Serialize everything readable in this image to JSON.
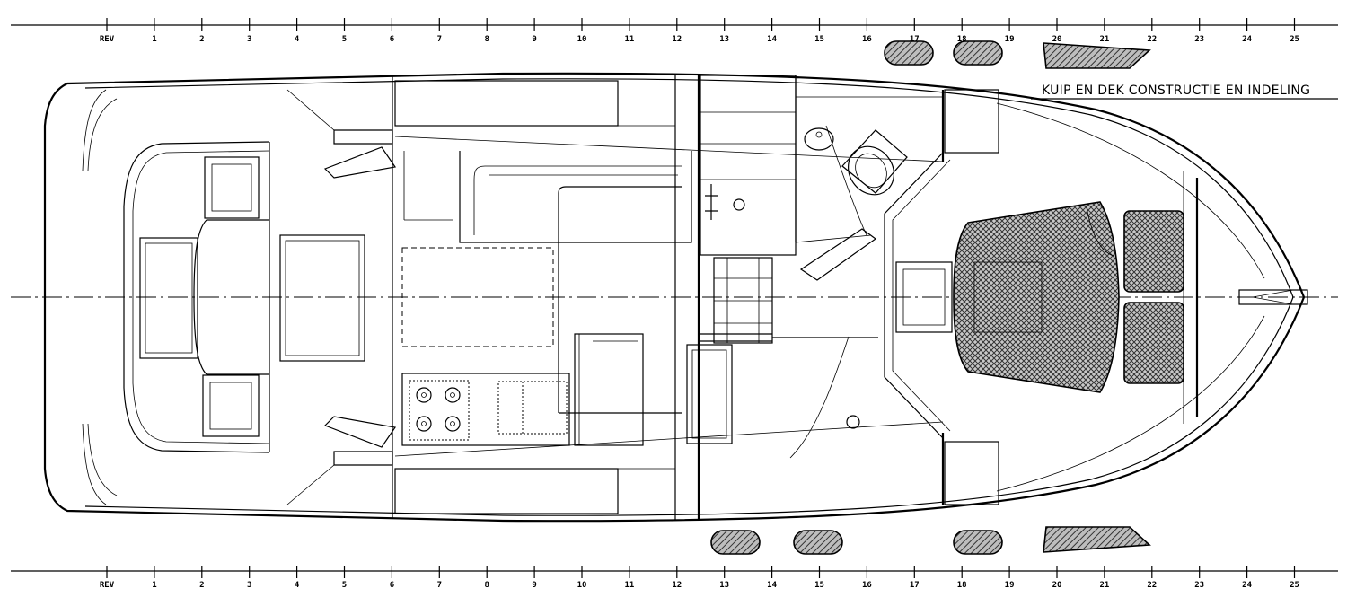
{
  "drawing": {
    "title": "KUIP EN DEK CONSTRUCTIE EN INDELING",
    "frame_labels": [
      "REV",
      "1",
      "2",
      "3",
      "4",
      "5",
      "6",
      "7",
      "8",
      "9",
      "10",
      "11",
      "12",
      "13",
      "14",
      "15",
      "16",
      "17",
      "18",
      "19",
      "20",
      "21",
      "22",
      "23",
      "24",
      "25"
    ]
  }
}
